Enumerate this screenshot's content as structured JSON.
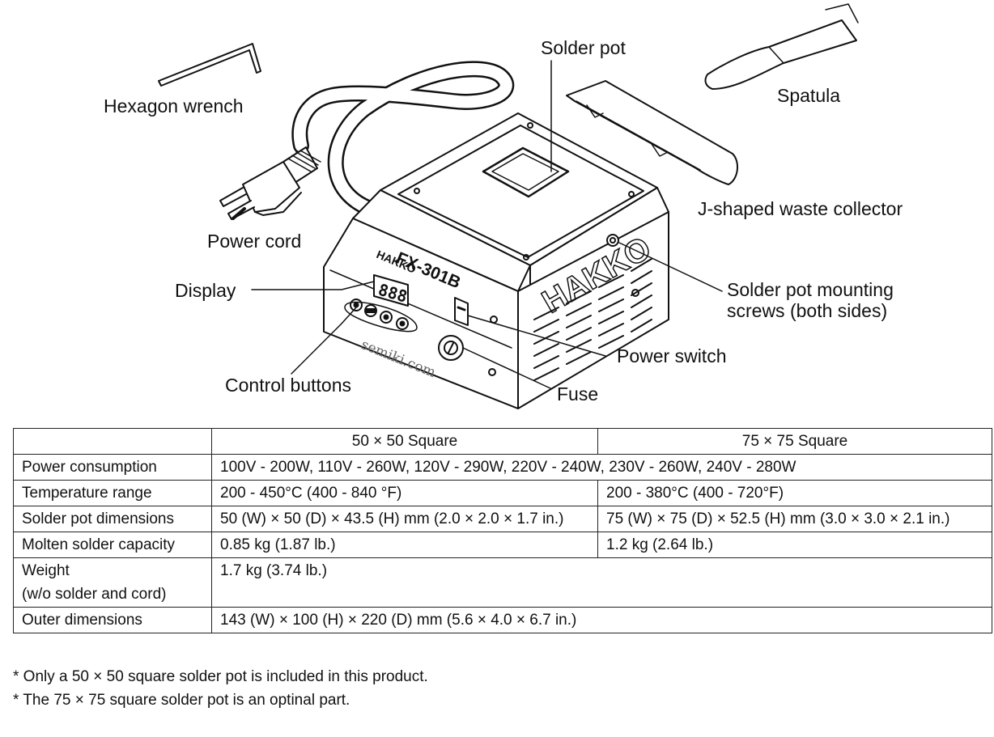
{
  "labels": {
    "hex_wrench": "Hexagon wrench",
    "solder_pot": "Solder pot",
    "spatula": "Spatula",
    "waste_collector": "J-shaped waste collector",
    "power_cord": "Power cord",
    "display": "Display",
    "mounting_screws": [
      "Solder pot mounting",
      "screws (both sides)"
    ],
    "power_switch": "Power switch",
    "control_buttons": "Control buttons",
    "fuse": "Fuse"
  },
  "device": {
    "brand": "HAKKO",
    "model": "FX-301B",
    "side_brand": "HAKKO",
    "display_digits": "888",
    "watermark": "semiki.com"
  },
  "table": {
    "headers": [
      "",
      "50 × 50 Square",
      "75 × 75 Square"
    ],
    "power_consumption": {
      "label": "Power consumption",
      "value": "100V - 200W, 110V - 260W, 120V - 290W, 220V - 240W, 230V - 260W, 240V - 280W"
    },
    "temperature_range": {
      "label": "Temperature range",
      "v50": "200 - 450°C  (400 - 840 °F)",
      "v75": "200 - 380°C  (400 - 720°F)"
    },
    "pot_dimensions": {
      "label": "Solder pot dimensions",
      "v50": "50 (W) × 50 (D) × 43.5 (H) mm (2.0 × 2.0 × 1.7 in.)",
      "v75": "75 (W) × 75 (D) × 52.5 (H) mm (3.0 × 3.0 × 2.1 in.)"
    },
    "capacity": {
      "label": "Molten solder capacity",
      "v50": "0.85 kg (1.87 lb.)",
      "v75": "1.2 kg (2.64 lb.)"
    },
    "weight": {
      "label": "Weight",
      "label_sub": "(w/o solder and cord)",
      "value": "1.7 kg (3.74 lb.)"
    },
    "outer_dimensions": {
      "label": "Outer dimensions",
      "value": "143 (W) × 100 (H) × 220 (D) mm (5.6 × 4.0 × 6.7 in.)"
    }
  },
  "notes": [
    "* Only a 50 × 50 square solder pot is included in this product.",
    "* The 75 × 75 square solder pot is an optinal part."
  ]
}
